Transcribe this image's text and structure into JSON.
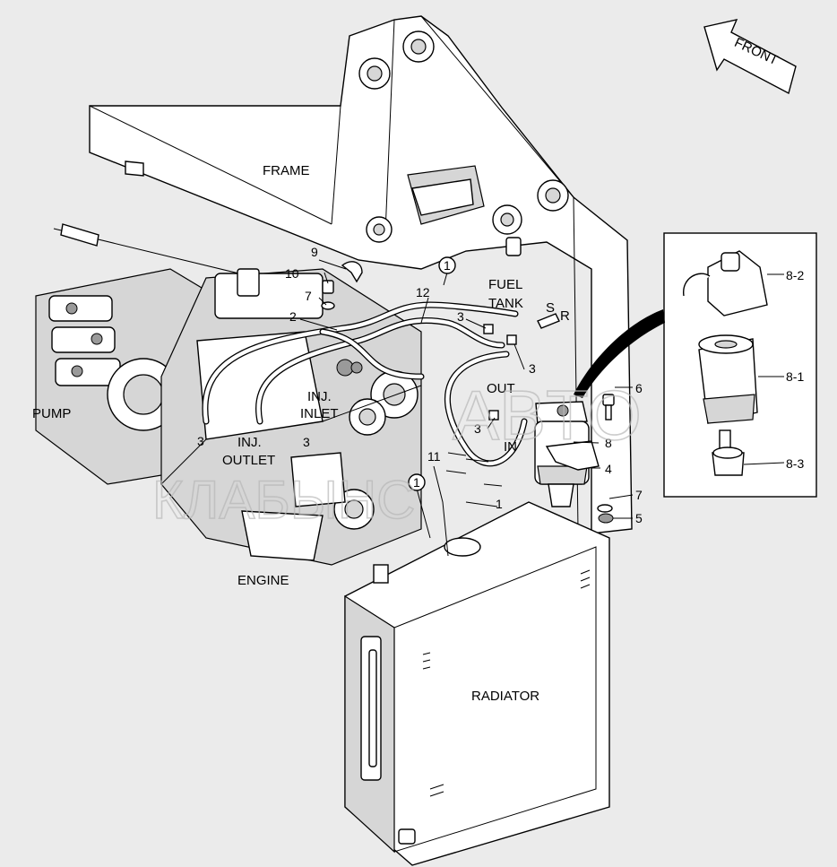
{
  "labels": {
    "frame": "FRAME",
    "fuel_tank_1": "FUEL",
    "fuel_tank_2": "TANK",
    "pump": "PUMP",
    "engine": "ENGINE",
    "radiator": "RADIATOR",
    "inj_inlet_1": "INJ.",
    "inj_inlet_2": "INLET",
    "inj_outlet_1": "INJ.",
    "inj_outlet_2": "OUTLET",
    "out": "OUT",
    "in": "IN",
    "s": "S",
    "r": "R",
    "front": "FRONT"
  },
  "callouts": {
    "n1a": "1",
    "n1b": "1",
    "n1c": "1",
    "n2": "2",
    "n3a": "3",
    "n3b": "3",
    "n3c": "3",
    "n3d": "3",
    "n3e": "3",
    "n4": "4",
    "n5": "5",
    "n6": "6",
    "n7a": "7",
    "n7b": "7",
    "n8": "8",
    "n8_1": "8-1",
    "n8_2": "8-2",
    "n8_3": "8-3",
    "n9": "9",
    "n10": "10",
    "n11": "11",
    "n12": "12"
  },
  "watermark": {
    "line1": "ABTO",
    "line2": "КЛАБЫНС"
  }
}
